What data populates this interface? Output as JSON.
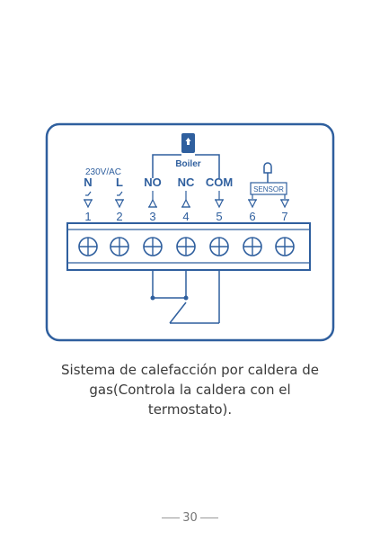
{
  "voltage_label": "230V/AC",
  "boiler_label": "Boiler",
  "sensor_label": "SENSOR",
  "terminals": [
    {
      "label": "N",
      "number": "1"
    },
    {
      "label": "L",
      "number": "2"
    },
    {
      "label": "NO",
      "number": "3"
    },
    {
      "label": "NC",
      "number": "4"
    },
    {
      "label": "COM",
      "number": "5"
    },
    {
      "label": "",
      "number": "6"
    },
    {
      "label": "",
      "number": "7"
    }
  ],
  "caption": {
    "line1": "Sistema de calefacción por caldera de",
    "line2": "gas(Controla la caldera con el",
    "line3": "termostato)."
  },
  "page_number": "30",
  "colors": {
    "accent": "#2f5f9e",
    "line": "#2f5f9e",
    "text": "#3a3a3a"
  }
}
